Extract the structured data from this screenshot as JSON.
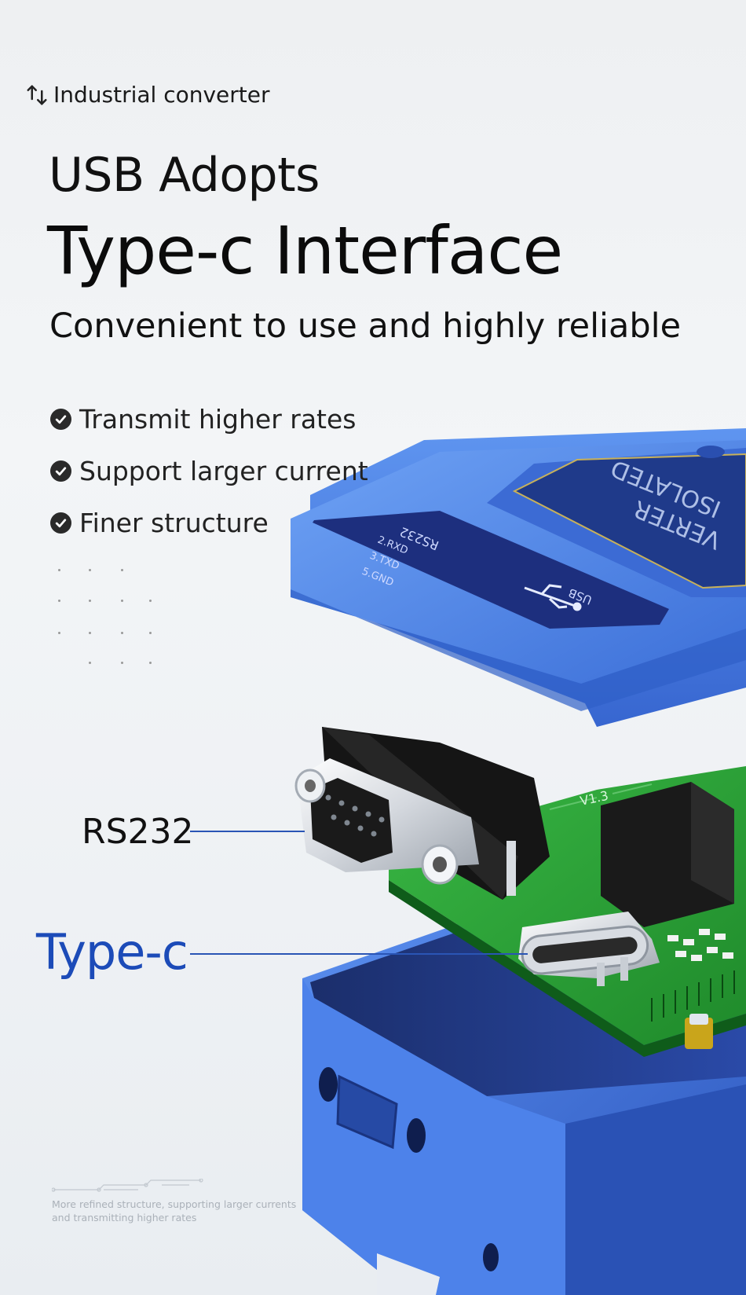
{
  "brand": {
    "icon": "refresh-arrows-icon",
    "label": "Industrial converter"
  },
  "heading": {
    "line1": "USB Adopts",
    "line2": "Type-c Interface"
  },
  "subtitle": "Convenient to use and highly reliable",
  "features": [
    {
      "icon": "check-circle-icon",
      "label": "Transmit higher rates"
    },
    {
      "icon": "check-circle-icon",
      "label": "Support larger current"
    },
    {
      "icon": "check-circle-icon",
      "label": "Finer structure"
    }
  ],
  "callouts": {
    "rs232": "RS232",
    "typec": "Type-c"
  },
  "device": {
    "plate_lines": [
      "2.RXD",
      "3.TXD",
      "5.GND"
    ],
    "plate_title": "RS232",
    "plate_usb": "USB",
    "badge_lines": [
      "ISOLATED",
      "VERTER"
    ],
    "pcb_text": "V1.3"
  },
  "footnote": "More refined structure, supporting larger currents and transmitting higher rates",
  "colors": {
    "accent": "#1c4bb8",
    "device_blue": "#4f84e8",
    "pcb_green": "#2fa83a",
    "plate_navy": "#1d2f7e"
  }
}
